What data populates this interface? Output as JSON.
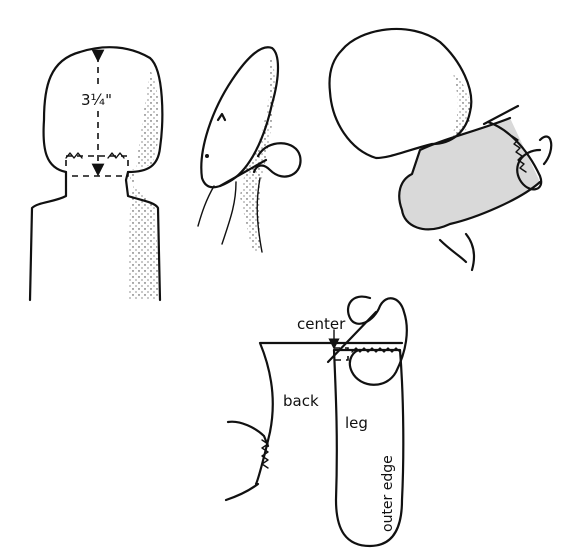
{
  "figure_1": {
    "measurement_label": "3¼\""
  },
  "figure_4": {
    "center_label": "center",
    "back_label": "back",
    "leg_label": "leg",
    "outer_edge_label": "outer edge"
  }
}
